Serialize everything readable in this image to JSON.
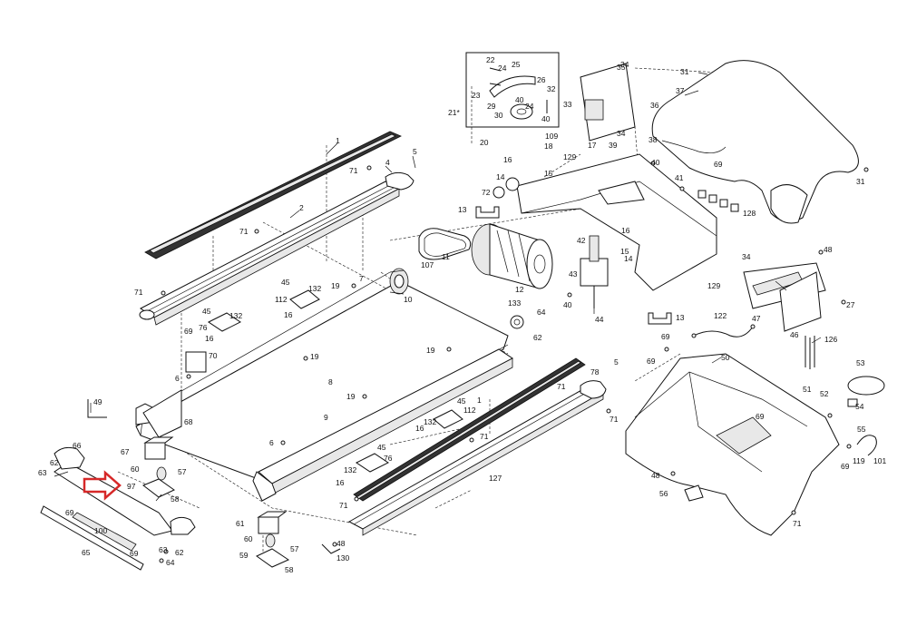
{
  "diagram": {
    "highlight_color": "#d62828",
    "labels": {
      "l1a": "1",
      "l1b": "1",
      "l2": "2",
      "l4": "4",
      "l5a": "5",
      "l5b": "5",
      "l6a": "6",
      "l6b": "6",
      "l7": "7",
      "l8": "8",
      "l9": "9",
      "l10": "10",
      "l11": "11",
      "l12": "12",
      "l13a": "13",
      "l13b": "13",
      "l14a": "14",
      "l14b": "14",
      "l15a": "15",
      "l15b": "15",
      "l16a": "16",
      "l16b": "16",
      "l16c": "16",
      "l16d": "16",
      "l16e": "16",
      "l16f": "16",
      "l17": "17",
      "l18": "18",
      "l19a": "19",
      "l19b": "19",
      "l19c": "19",
      "l19d": "19",
      "l20": "20",
      "l21": "21*",
      "l22": "22",
      "l23": "23",
      "l24a": "24",
      "l24b": "24",
      "l25": "25",
      "l26": "26",
      "l27": "27",
      "l29": "29",
      "l30": "30",
      "l31a": "31",
      "l31b": "31",
      "l32": "32",
      "l33": "33",
      "l34a": "34",
      "l34b": "34",
      "l34c": "34",
      "l35": "35",
      "l36": "36",
      "l37": "37",
      "l38": "38",
      "l39": "39",
      "l40a": "40",
      "l40b": "40",
      "l40c": "40",
      "l40d": "40",
      "l41": "41",
      "l42": "42",
      "l43": "43",
      "l44": "44",
      "l45a": "45",
      "l45b": "45",
      "l45c": "45",
      "l45d": "45",
      "l46": "46",
      "l47": "47",
      "l48a": "48",
      "l48b": "48",
      "l48c": "48",
      "l49": "49",
      "l50": "50",
      "l51": "51",
      "l52": "52",
      "l53": "53",
      "l54": "54",
      "l55": "55",
      "l56": "56",
      "l57a": "57",
      "l57b": "57",
      "l58a": "58",
      "l58b": "58",
      "l59": "59",
      "l60a": "60",
      "l60b": "60",
      "l61": "61",
      "l62a": "62",
      "l62b": "62",
      "l62c": "62",
      "l63a": "63",
      "l63b": "63",
      "l64a": "64",
      "l64b": "64",
      "l65": "65",
      "l66": "66",
      "l67": "67",
      "l68": "68",
      "l69a": "69",
      "l69b": "69",
      "l69c": "69",
      "l69d": "69",
      "l69e": "69",
      "l69f": "69",
      "l69g": "69",
      "l69h": "69",
      "l69i": "69",
      "l70": "70",
      "l71a": "71",
      "l71b": "71",
      "l71c": "71",
      "l71d": "71",
      "l71e": "71",
      "l71f": "71",
      "l71g": "71",
      "l71h": "71",
      "l72": "72",
      "l76a": "76",
      "l76b": "76",
      "l78": "78",
      "l97": "97",
      "l100": "100",
      "l101": "101",
      "l107": "107",
      "l109": "109",
      "l112a": "112",
      "l112b": "112",
      "l119": "119",
      "l122": "122",
      "l126": "126",
      "l127": "127",
      "l128": "128",
      "l129a": "129",
      "l129b": "129",
      "l130": "130",
      "l132a": "132",
      "l132b": "132",
      "l132c": "132",
      "l132d": "132",
      "l133": "133"
    }
  }
}
